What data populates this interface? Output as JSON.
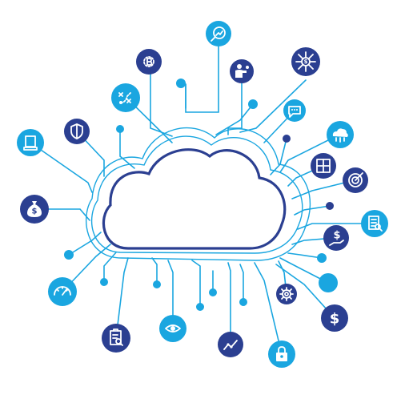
{
  "colors": {
    "navy": "#2b3f91",
    "cyan": "#1aa6e0",
    "background": "#ffffff"
  },
  "center_icon": "cloud-icon",
  "glyphs": {
    "dollar": "$"
  },
  "nodes": [
    {
      "id": "growth-chart",
      "icon": "growth-chart-icon",
      "color": "cyan"
    },
    {
      "id": "investor",
      "icon": "investor-icon",
      "color": "navy"
    },
    {
      "id": "dollar-network",
      "icon": "dollar-network-icon",
      "color": "navy"
    },
    {
      "id": "bitcoin",
      "icon": "bitcoin-icon",
      "color": "navy"
    },
    {
      "id": "strategy",
      "icon": "strategy-icon",
      "color": "cyan"
    },
    {
      "id": "chat",
      "icon": "chat-icon",
      "color": "cyan"
    },
    {
      "id": "shield",
      "icon": "shield-icon",
      "color": "navy"
    },
    {
      "id": "cloud-network",
      "icon": "cloud-network-icon",
      "color": "cyan"
    },
    {
      "id": "book",
      "icon": "book-icon",
      "color": "cyan"
    },
    {
      "id": "calculator",
      "icon": "calculator-icon",
      "color": "navy"
    },
    {
      "id": "target",
      "icon": "target-icon",
      "color": "navy"
    },
    {
      "id": "money-bag",
      "icon": "money-bag-icon",
      "color": "navy"
    },
    {
      "id": "invoice",
      "icon": "invoice-icon",
      "color": "cyan"
    },
    {
      "id": "dollar-hand",
      "icon": "dollar-hand-icon",
      "color": "navy"
    },
    {
      "id": "speedometer",
      "icon": "speedometer-icon",
      "color": "cyan"
    },
    {
      "id": "gear",
      "icon": "gear-icon",
      "color": "navy"
    },
    {
      "id": "dollar",
      "icon": "dollar-icon",
      "color": "navy"
    },
    {
      "id": "report",
      "icon": "report-icon",
      "color": "navy"
    },
    {
      "id": "eye",
      "icon": "eye-icon",
      "color": "cyan"
    },
    {
      "id": "trend",
      "icon": "trend-icon",
      "color": "navy"
    },
    {
      "id": "lock",
      "icon": "lock-icon",
      "color": "cyan"
    }
  ]
}
